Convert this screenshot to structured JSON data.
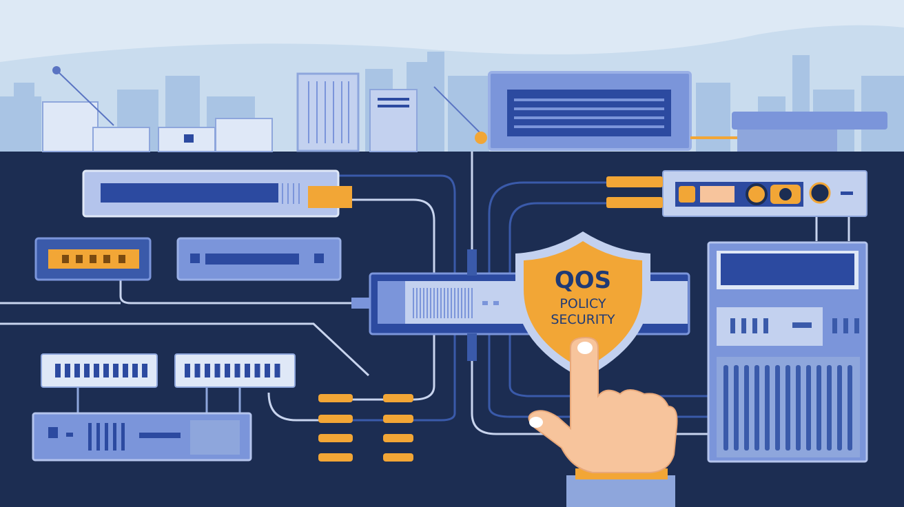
{
  "shield": {
    "title": "QOS",
    "line1": "POLICY",
    "line2": "SECURITY"
  },
  "colors": {
    "background_navy": "#1c2d52",
    "sky": "#c9dcee",
    "device_light": "#b4c4ec",
    "device_mid": "#7b95da",
    "device_dark": "#2c4aa0",
    "accent_orange": "#f2a636",
    "skin": "#f7c49c",
    "cable": "#c8d4ee"
  }
}
